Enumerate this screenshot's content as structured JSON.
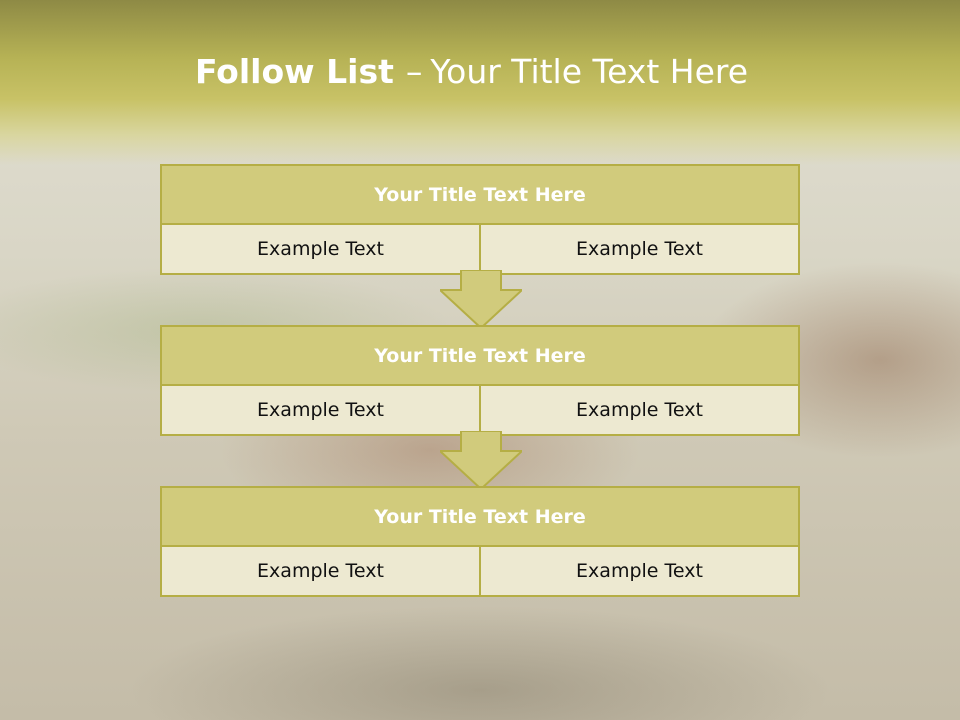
{
  "title": {
    "bold": "Follow List",
    "separator": "–",
    "rest": "Your Title Text Here"
  },
  "steps": [
    {
      "heading": "Your Title Text Here",
      "left": "Example Text",
      "right": "Example Text"
    },
    {
      "heading": "Your Title Text Here",
      "left": "Example Text",
      "right": "Example Text"
    },
    {
      "heading": "Your Title Text Here",
      "left": "Example Text",
      "right": "Example Text"
    }
  ],
  "colors": {
    "accent": "#b5ae45",
    "header_fill": "#d1cb7c",
    "cell_fill": "#ede9d1"
  }
}
